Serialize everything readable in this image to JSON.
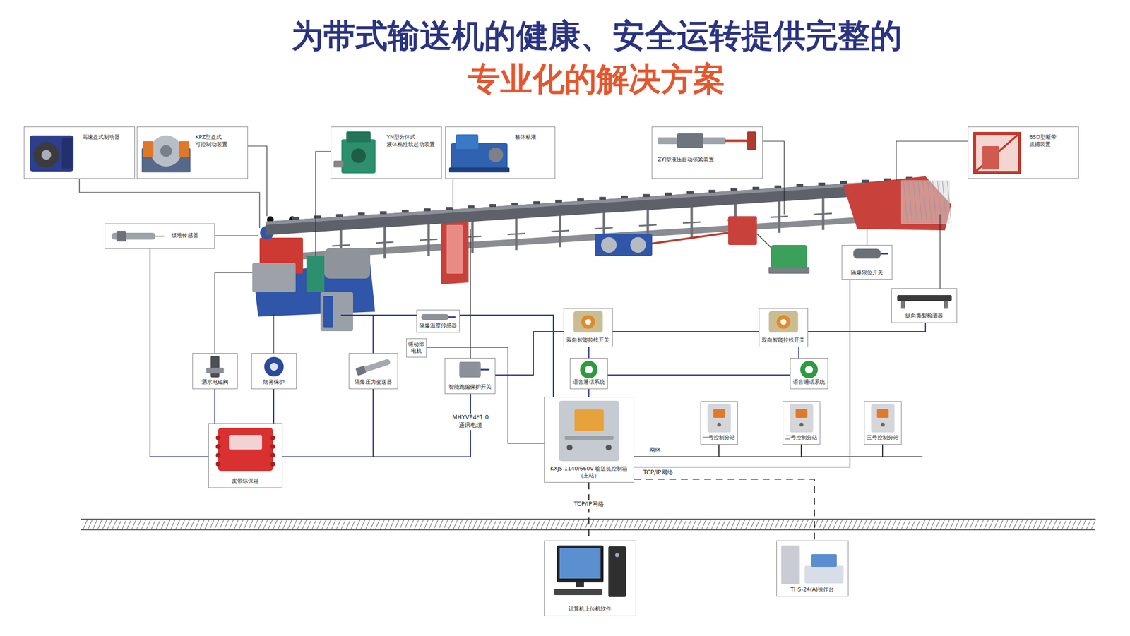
{
  "diagram": {
    "title": "为带式输送机的健康、安全运转提供完整的",
    "nodes": [
      {
        "text": [
          "高速盘式制动器"
        ]
      },
      {
        "text": [
          "KPZ型盘式 可控制动装置"
        ]
      },
      {
        "text": [
          "YN型分体式 液体粘性软起动装置"
        ]
      },
      {
        "text": [
          "整体粘液"
        ]
      },
      {
        "text": [
          "ZYJ型液压自动张紧装置"
        ]
      },
      {
        "text": [
          "BSD型断带 抓捕装置"
        ]
      },
      {
        "text": [
          "煤堆传感器"
        ]
      },
      {
        "text": [
          "隔爆限位开关"
        ]
      },
      {
        "text": [
          "纵向撕裂检测器"
        ]
      },
      {
        "text": [
          "隔爆温度传感器"
        ]
      },
      {
        "text": [
          "双向智能拉线开关"
        ]
      },
      {
        "text": [
          "双向智能拉线开关"
        ]
      },
      {
        "text": [
          "驱动部 电机"
        ]
      },
      {
        "text": [
          "洒水电磁阀"
        ]
      },
      {
        "text": [
          "烟雾保护"
        ]
      },
      {
        "text": [
          "隔爆压力变送器"
        ]
      },
      {
        "text": [
          "智能跑偏保护开关"
        ]
      },
      {
        "text": [
          "语音通话系统"
        ]
      },
      {
        "text": [
          "语音通话系统"
        ]
      },
      {
        "text": [
          "KXJ5-1140/660V 输送机控制箱（主站）"
        ]
      },
      {
        "text": [
          "一号控制分站"
        ]
      },
      {
        "text": [
          "二号控制分站"
        ]
      },
      {
        "text": [
          "三号控制分站"
        ]
      },
      {
        "text": [
          "皮带综保箱"
        ]
      },
      {
        "text": [
          "计算机上位机软件"
        ]
      },
      {
        "text": [
          "TH5-24(A)操作台"
        ]
      }
    ],
    "edges": [
      {
        "from": 6,
        "to": 23,
        "arrow": "none"
      },
      {
        "from": 13,
        "to": 23,
        "arrow": "none"
      },
      {
        "from": 14,
        "to": 23,
        "arrow": "none"
      },
      {
        "from": 15,
        "to": 23,
        "arrow": "none"
      },
      {
        "from": 9,
        "to": 15,
        "arrow": "none"
      },
      {
        "from": 9,
        "to": 19,
        "arrow": "none"
      },
      {
        "from": 16,
        "to": 10,
        "arrow": "none"
      },
      {
        "from": 10,
        "to": 11,
        "arrow": "none"
      },
      {
        "from": 11,
        "to": 8,
        "arrow": "none"
      },
      {
        "from": 10,
        "to": 17,
        "arrow": "none"
      },
      {
        "from": 11,
        "to": 18,
        "arrow": "none"
      },
      {
        "from": 17,
        "to": 18,
        "arrow": "none"
      },
      {
        "from": 17,
        "to": 19,
        "arrow": "none"
      },
      {
        "from": 12,
        "to": 19,
        "arrow": "none"
      },
      {
        "from": 16,
        "to": 23,
        "label": "MHYVP4*1.0 通讯电缆",
        "arrow": "none"
      },
      {
        "from": 19,
        "to": 20,
        "label": "网络",
        "arrow": "none"
      },
      {
        "from": 19,
        "to": 21,
        "arrow": "none"
      },
      {
        "from": 19,
        "to": 22,
        "arrow": "none"
      },
      {
        "from": 19,
        "to": 7,
        "arrow": "none"
      },
      {
        "from": 19,
        "to": 25,
        "label": "TCP/IP网络",
        "arrow": "none"
      },
      {
        "from": 19,
        "to": 24,
        "label": "TCP/IP网络",
        "arrow": "none"
      }
    ],
    "labels": [
      "专业化的解决方案"
    ]
  }
}
